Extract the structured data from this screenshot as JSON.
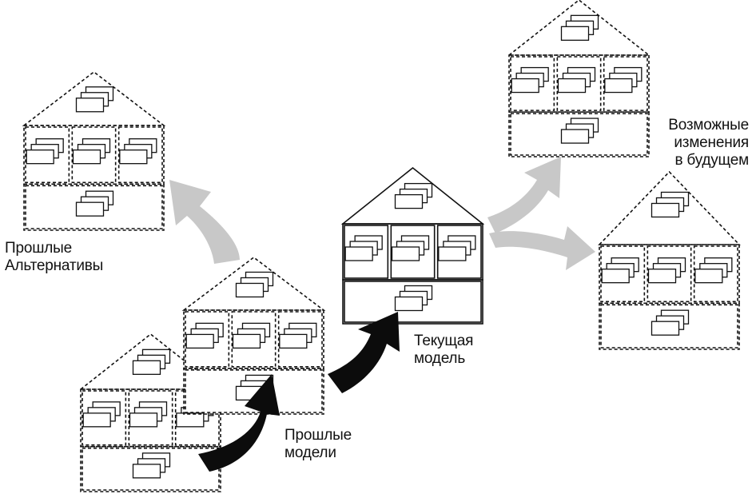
{
  "labels": {
    "past_alternatives": [
      "Прошлые",
      "Альтернативы"
    ],
    "past_models": [
      "Прошлые",
      "модели"
    ],
    "current_model": [
      "Текущая",
      "модель"
    ],
    "future_changes": [
      "Возможные",
      "изменения",
      "в будущем"
    ]
  },
  "colors": {
    "line": "#111111",
    "dark_arrow": "#0c0c0c",
    "light_arrow": "#c8c8c8",
    "background": "#ffffff"
  }
}
